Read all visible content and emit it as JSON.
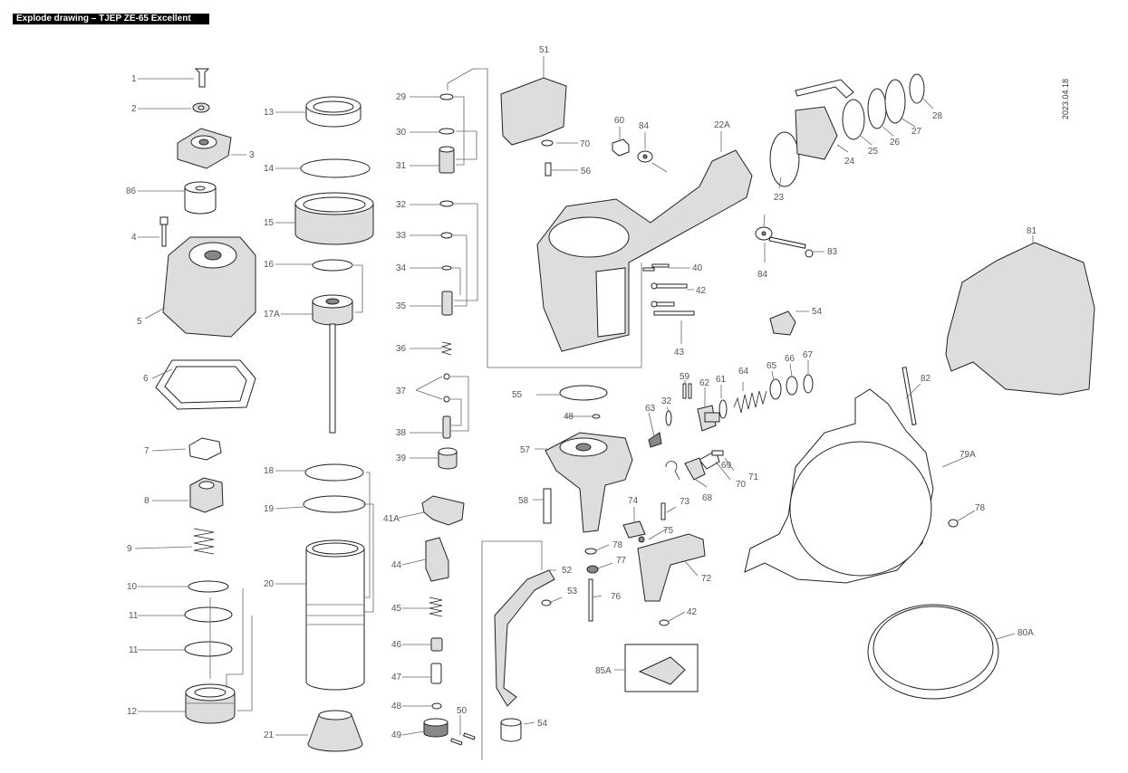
{
  "header": {
    "title": "Explode drawing – TJEP ZE-65 Excellent",
    "date": "2023.04.18"
  },
  "parts": {
    "p1": "1",
    "p2": "2",
    "p3": "3",
    "p86": "86",
    "p4": "4",
    "p5": "5",
    "p6": "6",
    "p7": "7",
    "p8": "8",
    "p9": "9",
    "p10": "10",
    "p11a": "11",
    "p11b": "11",
    "p12": "12",
    "p13": "13",
    "p14": "14",
    "p15": "15",
    "p16": "16",
    "p17A": "17A",
    "p18": "18",
    "p19": "19",
    "p20": "20",
    "p21": "21",
    "p29": "29",
    "p30": "30",
    "p31": "31",
    "p32a": "32",
    "p33": "33",
    "p34": "34",
    "p35": "35",
    "p36": "36",
    "p37": "37",
    "p38": "38",
    "p39": "39",
    "p41A": "41A",
    "p44": "44",
    "p45": "45",
    "p46": "46",
    "p47": "47",
    "p48a": "48",
    "p49": "49",
    "p50": "50",
    "p51": "51",
    "p70a": "70",
    "p56": "56",
    "p60": "60",
    "p84a": "84",
    "p22A": "22A",
    "p40": "40",
    "p42a": "42",
    "p43": "43",
    "p55": "55",
    "p48b": "48",
    "p57": "57",
    "p58": "58",
    "p52": "52",
    "p53": "53",
    "p54b": "54",
    "p59": "59",
    "p32b": "32",
    "p63": "63",
    "p62": "62",
    "p61": "61",
    "p64": "64",
    "p65": "65",
    "p66": "66",
    "p67": "67",
    "p70b": "70",
    "p71": "71",
    "p69": "69",
    "p68": "68",
    "p74": "74",
    "p73": "73",
    "p75": "75",
    "p78a": "78",
    "p77": "77",
    "p72": "72",
    "p76": "76",
    "p42b": "42",
    "p85A": "85A",
    "p23": "23",
    "p24": "24",
    "p25": "25",
    "p26": "26",
    "p27": "27",
    "p28": "28",
    "p84b": "84",
    "p83": "83",
    "p54a": "54",
    "p81": "81",
    "p82": "82",
    "p79A": "79A",
    "p78b": "78",
    "p80A": "80A"
  }
}
